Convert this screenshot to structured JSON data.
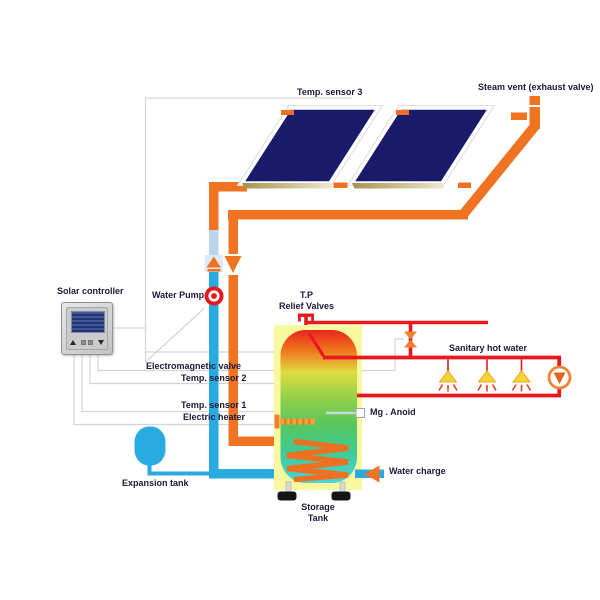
{
  "diagram": {
    "title": "Solar water heating system schematic",
    "labels": {
      "temp_sensor_3": "Temp. sensor 3",
      "steam_vent": "Steam vent (exhaust valve)",
      "solar_controller": "Solar controller",
      "water_pump": "Water Pump",
      "electromagnetic_valve": "Electromagnetic valve",
      "temp_sensor_2": "Temp. sensor 2",
      "temp_sensor_1": "Temp. sensor 1",
      "electric_heater": "Electric heater",
      "expansion_tank": "Expansion tank",
      "tp_relief_line1": "T.P",
      "tp_relief_line2": "Relief Valves",
      "sanitary_hot_water": "Sanitary hot water",
      "mg_anode": "Mg . Anoid",
      "water_charge": "Water charge",
      "storage_line1": "Storage",
      "storage_line2": "Tank"
    },
    "colors": {
      "hot_pipe": "#f07322",
      "cold_pipe": "#29abe2",
      "sanitary_pipe": "#e8191c",
      "panel": "#1a1a6b",
      "tank_backing": "#f8f89e",
      "shower_head": "#f5d630",
      "sensor_wire": "#d4d4d4",
      "pale_pipe_section": "#b9d6eb",
      "tank_gradient_top": "#e8251f",
      "tank_gradient_bottom": "#45d6e4"
    }
  }
}
